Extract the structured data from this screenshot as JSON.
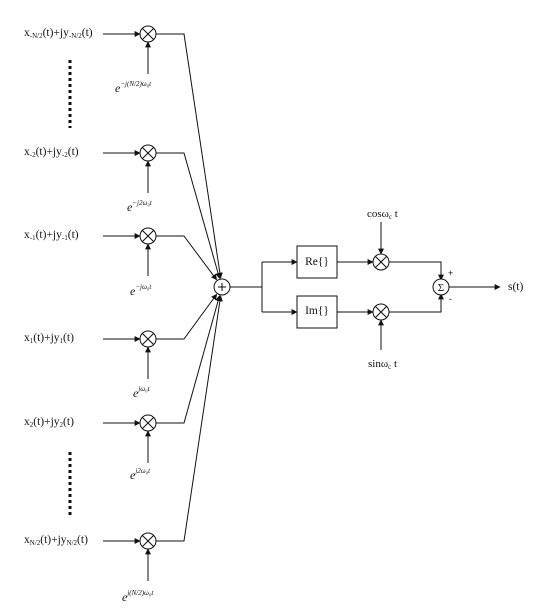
{
  "inputs": [
    {
      "main": "x",
      "sub1": "-N/2",
      "mid": "(t)+jy",
      "sub2": "-N/2",
      "tail": "(t)",
      "exp_base": "e",
      "exp_sup": "−j(N/2)ω₀t"
    },
    {
      "main": "x",
      "sub1": "-2",
      "mid": "(t)+jy",
      "sub2": "-2",
      "tail": "(t)",
      "exp_base": "e",
      "exp_sup": "−j2ω₀t"
    },
    {
      "main": "x",
      "sub1": "-1",
      "mid": "(t)+jy",
      "sub2": "-1",
      "tail": "(t)",
      "exp_base": "e",
      "exp_sup": "−jω₀t"
    },
    {
      "main": "x",
      "sub1": "1",
      "mid": "(t)+jy",
      "sub2": "1",
      "tail": "(t)",
      "exp_base": "e",
      "exp_sup": "jω₀t"
    },
    {
      "main": "x",
      "sub1": "2",
      "mid": "(t)+jy",
      "sub2": "2",
      "tail": "(t)",
      "exp_base": "e",
      "exp_sup": "j2ω₀t"
    },
    {
      "main": "x",
      "sub1": "N/2",
      "mid": "(t)+jy",
      "sub2": "N/2",
      "tail": "(t)",
      "exp_base": "e",
      "exp_sup": "j(N/2)ω₀t"
    }
  ],
  "blocks": {
    "real": "Re{}",
    "imag": "Im{}"
  },
  "carriers": {
    "cos": {
      "text": "cosω",
      "sub": "c",
      "tail": "t"
    },
    "sin": {
      "text": "sinω",
      "sub": "c",
      "tail": "t"
    }
  },
  "sum_symbol": "Σ",
  "adder_symbol": "+",
  "multiplier_symbol": "⊗",
  "plus_sign": "+",
  "minus_sign": "-",
  "output": "s(t)"
}
